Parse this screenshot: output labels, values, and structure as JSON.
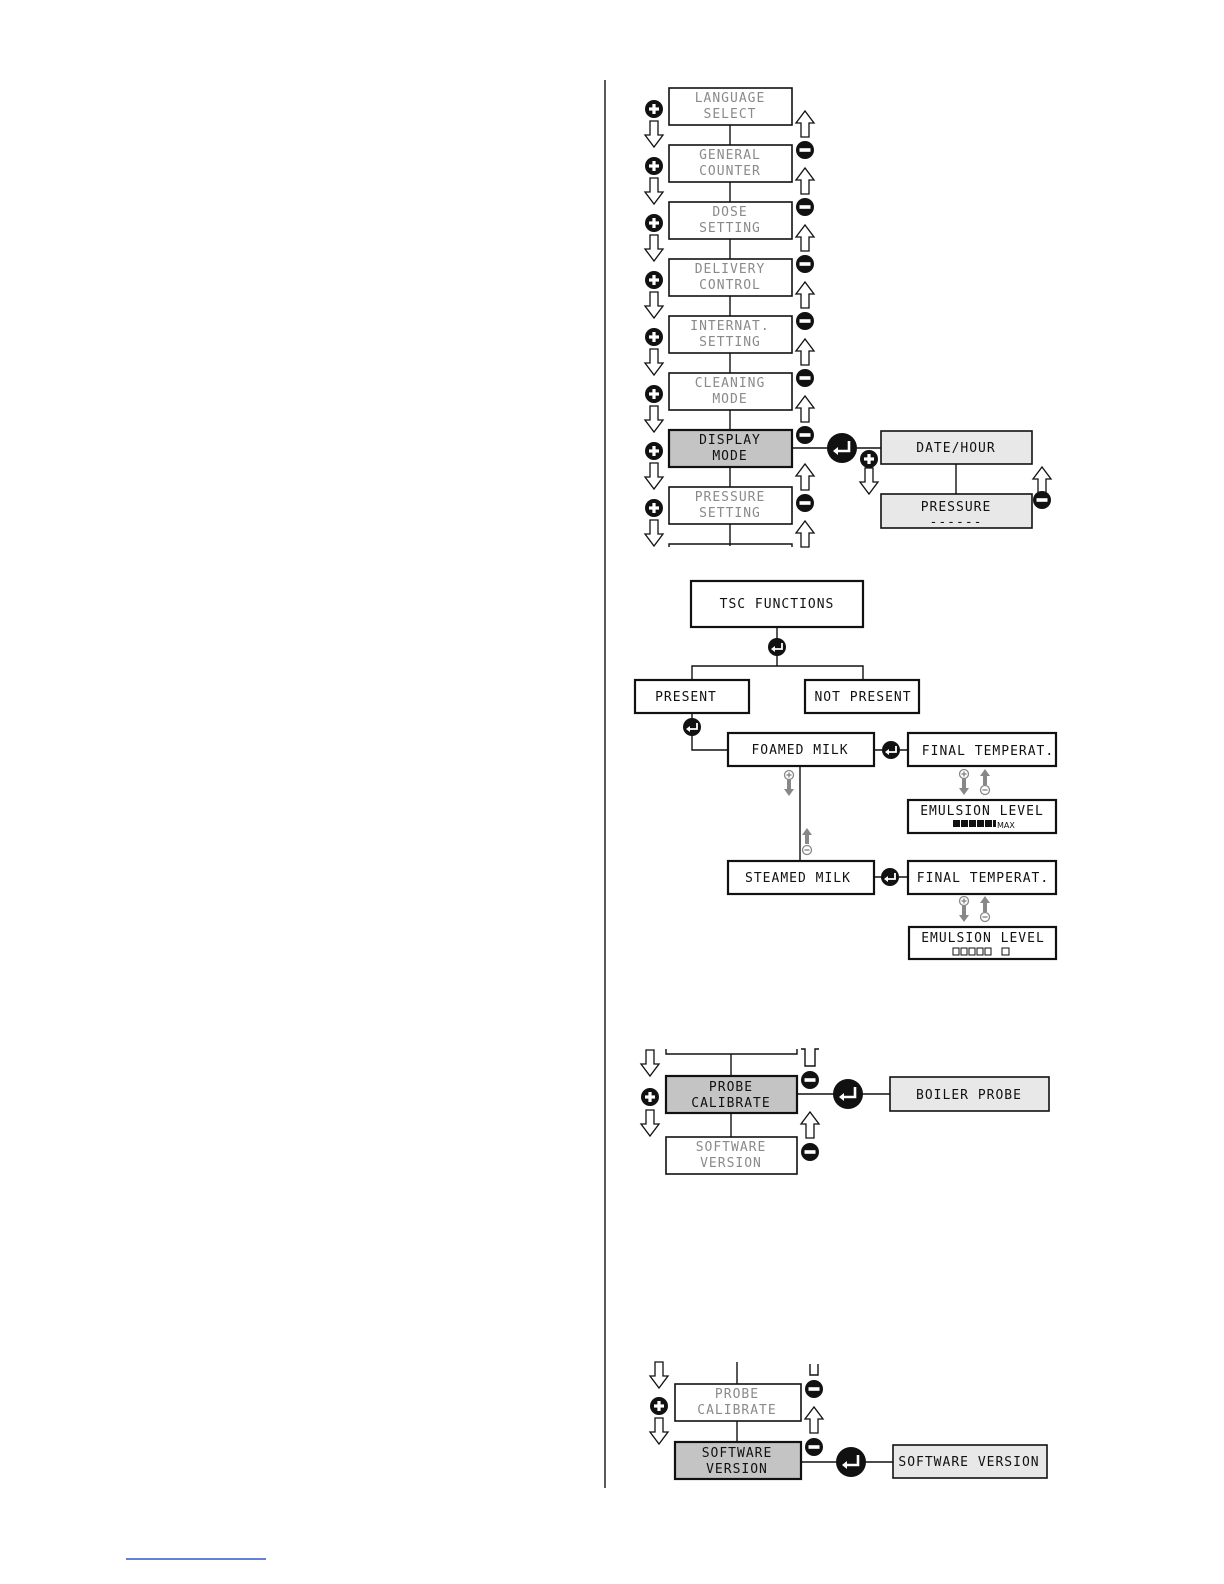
{
  "section1": {
    "menu": [
      {
        "line1": "LANGUAGE",
        "line2": "SELECT"
      },
      {
        "line1": "GENERAL",
        "line2": "COUNTER"
      },
      {
        "line1": "DOSE",
        "line2": "SETTING"
      },
      {
        "line1": "DELIVERY",
        "line2": "CONTROL"
      },
      {
        "line1": "INTERNAT.",
        "line2": "SETTING"
      },
      {
        "line1": "CLEANING",
        "line2": "MODE"
      },
      {
        "line1": "DISPLAY",
        "line2": "MODE"
      },
      {
        "line1": "PRESSURE",
        "line2": "SETTING"
      }
    ],
    "submenu": [
      {
        "line1": "DATE/HOUR"
      },
      {
        "line1": "PRESSURE",
        "line2": "------"
      }
    ]
  },
  "section2": {
    "root": "TSC FUNCTIONS",
    "present": "PRESENT",
    "not_present": "NOT PRESENT",
    "foamed": "FOAMED MILK",
    "steamed": "STEAMED MILK",
    "final_temp_1": "FINAL TEMPERAT.",
    "final_temp_2": "FINAL TEMPERAT.",
    "emulsion_1": {
      "line1": "EMULSION LEVEL",
      "max_label": "MAX"
    },
    "emulsion_2": {
      "line1": "EMULSION LEVEL"
    }
  },
  "section3": {
    "probe": {
      "line1": "PROBE",
      "line2": "CALIBRATE"
    },
    "software": {
      "line1": "SOFTWARE",
      "line2": "VERSION"
    },
    "boiler": "BOILER PROBE"
  },
  "section4": {
    "probe": {
      "line1": "PROBE",
      "line2": "CALIBRATE"
    },
    "software": {
      "line1": "SOFTWARE",
      "line2": "VERSION"
    },
    "result": "SOFTWARE VERSION"
  },
  "colors": {
    "highlight": "#c4c4c4",
    "panel": "#e8e8e8",
    "dim_text": "#8a8a8a"
  }
}
